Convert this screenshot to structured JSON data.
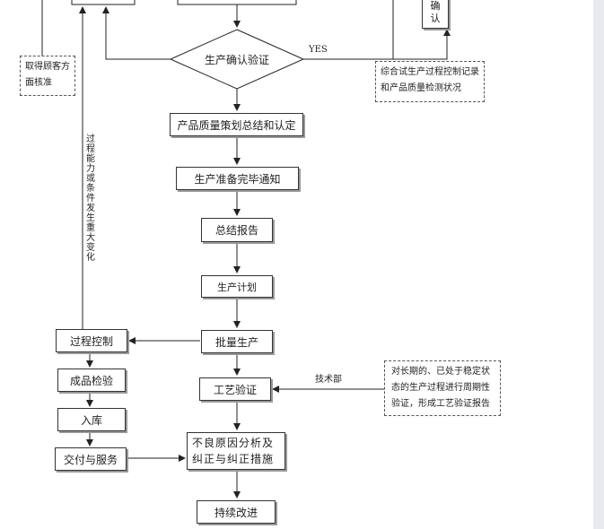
{
  "nodes": {
    "confirm_right": "确认",
    "customer_approval": "取得顾客方面核准",
    "production_confirm": "生产确认验证",
    "yes_label": "YES",
    "trial_record": "综合试生产过程控制记录和产品质量检测状况",
    "quality_planning": "产品质量策划总结和认定",
    "ready_notice": "生产准备完毕通知",
    "summary_report": "总结报告",
    "production_plan": "生产计划",
    "capability_change": "过程能力或条件发生重大变化",
    "mass_production": "批量生产",
    "process_control": "过程控制",
    "product_inspection": "成品检验",
    "warehousing": "入库",
    "delivery_service": "交付与服务",
    "tech_dept": "技术部",
    "process_verification": "工艺验证",
    "periodic_note": "对长期的、已处于稳定状态的生产过程进行周期性验证，形成工艺验证报告",
    "defect_analysis": "不良原因分析及纠正与纠正措施",
    "continuous_improve": "持续改进"
  }
}
